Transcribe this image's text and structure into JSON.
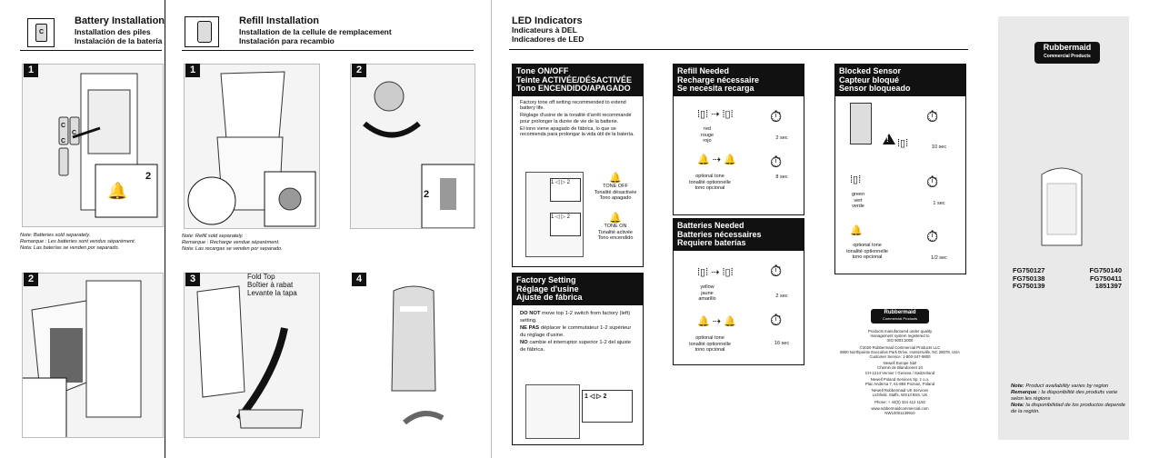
{
  "battery": {
    "title": [
      "Battery Installation",
      "Installation des piles",
      "Instalación de la batería"
    ],
    "notes": [
      "Note: Batteries sold separately.",
      "Remarque : Les batteries sont vendus séparément.",
      "Nota: Las baterías se venden por separado."
    ],
    "steps": [
      "1",
      "2"
    ],
    "sub_step": "2",
    "battery_letters": [
      "C",
      "C",
      "C"
    ]
  },
  "refill": {
    "title": [
      "Refill Installation",
      "Installation de la cellule de remplacement",
      "Instalación para recambio"
    ],
    "notes": [
      "Note: Refill sold separately.",
      "Remarque : Recharge vendue séparément.",
      "Nota: Las recargas se venden por separado."
    ],
    "steps": [
      "1",
      "2",
      "3",
      "4"
    ],
    "sub_step": "2",
    "fold_top": [
      "Fold Top",
      "Boîtier à rabat",
      "Levante la tapa"
    ]
  },
  "led": {
    "title": [
      "LED Indicators",
      "Indicateurs à DEL",
      "Indicadores de LED"
    ],
    "tone": {
      "heading": [
        "Tone ON/OFF",
        "Teinte ACTIVÉE/DÉSACTIVÉE",
        "Tono ENCENDIDO/APAGADO"
      ],
      "body": [
        "Factory tone off setting recommended to extend battery life.",
        "Réglage d'usine de la tonalité d'arrêt recommandé pour prolonger la durée de vie de la batterie.",
        "El tono viene apagado de fábrica, lo que se recomienda para prolongar la vida útil de la batería."
      ],
      "tone_off": [
        "TONE OFF",
        "Tonalité désactivée",
        "Tono apagado"
      ],
      "tone_on": [
        "TONE ON",
        "Tonalité activée",
        "Tono encendido"
      ],
      "switch_labels": [
        "1",
        "2"
      ]
    },
    "factory": {
      "heading": [
        "Factory Setting",
        "Réglage d'usine",
        "Ajuste de fábrica"
      ],
      "body": [
        {
          "b": "DO NOT",
          "t": " move top 1-2 switch from factory (left) setting."
        },
        {
          "b": "NE PAS",
          "t": " déplacer le commutateur 1-2 supérieur du réglage d'usine."
        },
        {
          "b": "NO",
          "t": " cambie el interruptor superior 1-2 del ajuste de fábrica."
        }
      ],
      "switch_labels": [
        "1",
        "2"
      ]
    },
    "refill_needed": {
      "heading": [
        "Refill Needed",
        "Recharge nécessaire",
        "Se necesita recarga"
      ],
      "color": [
        "red",
        "rouge",
        "rojo"
      ],
      "tone": [
        "optional tone",
        "tonalité optionnelle",
        "tono opcional"
      ],
      "t1": "2 sec",
      "t2": "8 sec"
    },
    "batteries_needed": {
      "heading": [
        "Batteries Needed",
        "Batteries nécessaires",
        "Requiere baterías"
      ],
      "color": [
        "yellow",
        "jaune",
        "amarillo"
      ],
      "tone": [
        "optional tone",
        "tonalité optionnelle",
        "tono opcional"
      ],
      "t1": "2 sec",
      "t2": "16 sec"
    },
    "blocked": {
      "heading": [
        "Blocked Sensor",
        "Capteur bloqué",
        "Sensor bloqueado"
      ],
      "t1": "10 sec",
      "color": [
        "green",
        "vert",
        "verde"
      ],
      "t2": "1 sec",
      "tone": [
        "optional tone",
        "tonalité optionnelle",
        "tono opcional"
      ],
      "t3": "1/2 sec",
      "warning": "!"
    }
  },
  "corporate": {
    "logo": [
      "Rubbermaid",
      "Commercial Products"
    ],
    "lines": [
      "Products manufactured under quality",
      "management system registered to",
      "ISO 9001:2000",
      "©2020 Rubbermaid Commercial Products LLC",
      "8900 Northpointe Executive Park Drive, Huntersville, NC 28078, USA",
      "Customer Service: 1-800-347-9800",
      "Newell Europe Sàrl",
      "Chemin de Blandonnet 10",
      "CH-1214 Vernier / Geneva / Switzerland",
      "Newell Poland Services Sp. z o.o.",
      "Plac Andersa 7, 61-894 Poznan, Poland",
      "Newell Rubbermaid UK Services",
      "Lichfield, Staffs, WS13 8SS, UK",
      "Phone: + 44(0) 344 412 1192",
      "www.rubbermaidcommercial.com",
      "NWL0001139910"
    ]
  },
  "cover": {
    "logo": [
      "Rubbermaid",
      "Commercial Products"
    ],
    "models": [
      "FG750127",
      "FG750140",
      "FG750138",
      "FG750411",
      "FG750139",
      "1851397"
    ],
    "note": [
      {
        "b": "Note:",
        "t": " Product availability varies by region"
      },
      {
        "b": "Remarque :",
        "t": " la disponibilité des produits varie selon les régions"
      },
      {
        "b": "Nota:",
        "t": " la disponibilidad de los productos depende de la región."
      }
    ]
  }
}
